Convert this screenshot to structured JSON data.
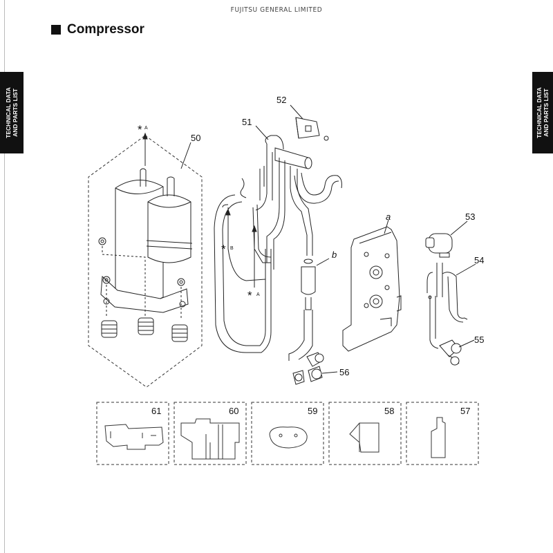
{
  "header": {
    "brand": "FUJITSU GENERAL LIMITED"
  },
  "section": {
    "title": "Compressor"
  },
  "side_tab": {
    "line1": "TECHNICAL DATA",
    "line2": "AND PARTS LIST"
  },
  "callouts": {
    "p50": "50",
    "p51": "51",
    "p52": "52",
    "p53": "53",
    "p54": "54",
    "p55": "55",
    "p56": "56",
    "p57": "57",
    "p58": "58",
    "p59": "59",
    "p60": "60",
    "p61": "61",
    "a": "a",
    "b": "b"
  },
  "markers": {
    "star": "*",
    "a_top_letter": "A",
    "b_letter": "B",
    "a_bottom_letter": "A"
  }
}
